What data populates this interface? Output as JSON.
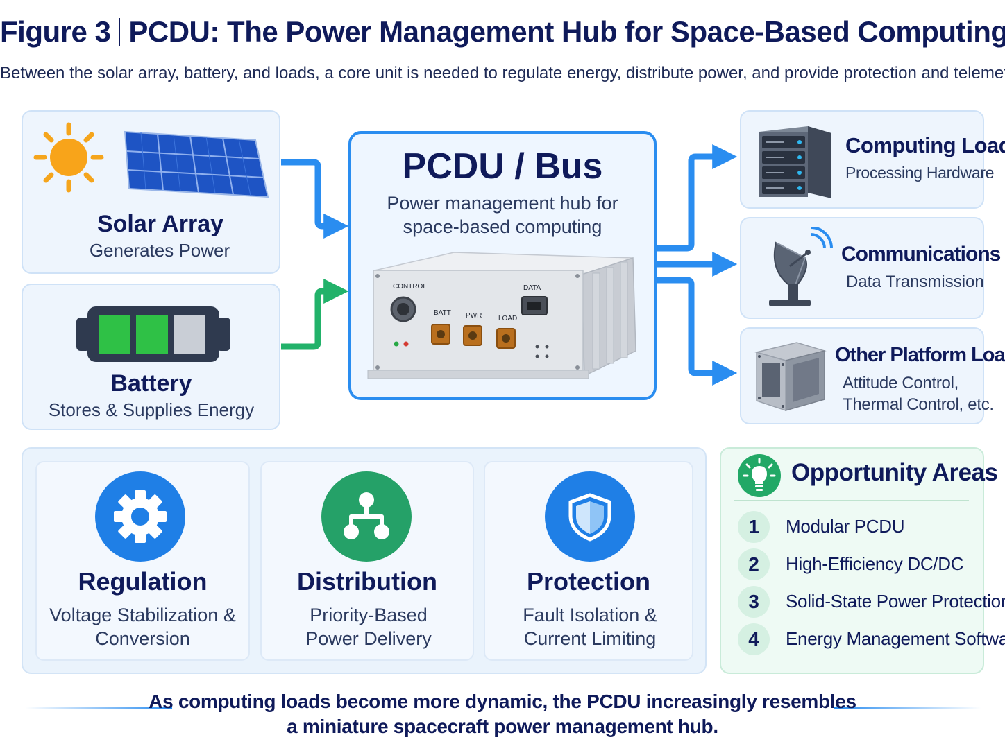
{
  "header": {
    "figure_label": "Figure 3",
    "title": "PCDU: The Power Management Hub for Space-Based Computing",
    "subtitle": "Between the solar array, battery, and loads, a core unit is needed to regulate energy, distribute power, and provide protection and telemetry."
  },
  "sources": {
    "solar": {
      "title": "Solar Array",
      "subtitle": "Generates Power",
      "icon": "solar-panel-icon"
    },
    "battery": {
      "title": "Battery",
      "subtitle": "Stores & Supplies Energy",
      "icon": "battery-icon"
    }
  },
  "hub": {
    "title": "PCDU / Bus",
    "subtitle_line1": "Power management hub for",
    "subtitle_line2": "space-based computing",
    "device_labels": {
      "control": "CONTROL",
      "data": "DATA",
      "batt": "BATT",
      "pwr": "PWR",
      "load": "LOAD"
    }
  },
  "loads": [
    {
      "title": "Computing Load",
      "subtitle": "Processing Hardware",
      "icon": "server-rack-icon"
    },
    {
      "title": "Communications Load",
      "subtitle": "Data Transmission",
      "icon": "satellite-dish-icon"
    },
    {
      "title": "Other Platform Loads",
      "subtitle_line1": "Attitude Control,",
      "subtitle_line2": "Thermal Control, etc.",
      "icon": "cube-module-icon"
    }
  ],
  "functions": [
    {
      "title": "Regulation",
      "line1": "Voltage Stabilization &",
      "line2": "Conversion",
      "icon": "gear-icon",
      "color": "#1f7fe6"
    },
    {
      "title": "Distribution",
      "line1": "Priority-Based",
      "line2": "Power Delivery",
      "icon": "network-tree-icon",
      "color": "#25a168"
    },
    {
      "title": "Protection",
      "line1": "Fault Isolation &",
      "line2": "Current Limiting",
      "icon": "shield-icon",
      "color": "#1f7fe6"
    }
  ],
  "opportunity": {
    "title": "Opportunity Areas",
    "icon": "lightbulb-icon",
    "items": [
      {
        "num": "1",
        "text": "Modular PCDU"
      },
      {
        "num": "2",
        "text": "High-Efficiency DC/DC"
      },
      {
        "num": "3",
        "text": "Solid-State Power Protection"
      },
      {
        "num": "4",
        "text": "Energy Management Software"
      }
    ]
  },
  "footer": {
    "line1": "As computing loads become more dynamic, the PCDU increasingly resembles",
    "line2": "a miniature spacecraft power management hub."
  },
  "colors": {
    "accent_blue": "#2a8df0",
    "accent_green": "#22b26a",
    "navy": "#0f1a5a"
  }
}
